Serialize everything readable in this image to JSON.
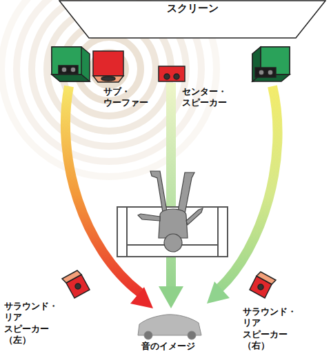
{
  "diagram": {
    "nodes": [
      {
        "text": [
          "スクリーン"
        ]
      }
    ],
    "labels": [
      "サブ・ ウーファー",
      "センター・ スピーカー",
      "サラウンド・リア スピーカー（左）",
      "サラウンド・リア スピーカー（右）",
      "音のイメージ"
    ]
  }
}
